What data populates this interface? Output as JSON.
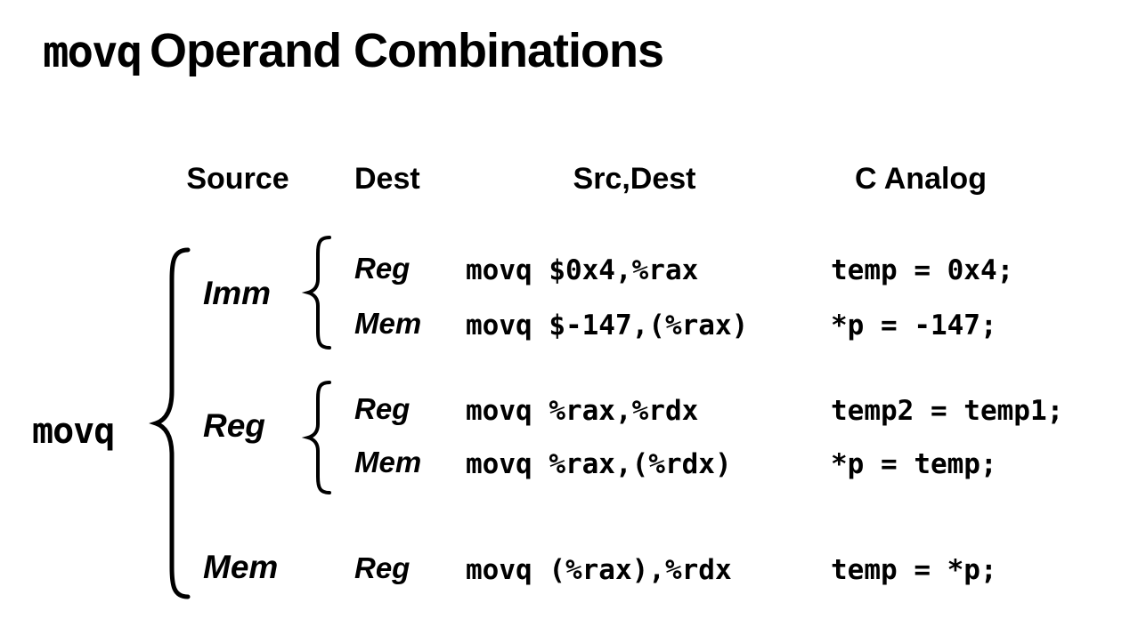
{
  "colors": {
    "background": "#ffffff",
    "text": "#000000"
  },
  "title": {
    "keyword": "movq",
    "rest": "Operand Combinations"
  },
  "headers": {
    "source": "Source",
    "dest": "Dest",
    "src_dest": "Src,Dest",
    "c_analog": "C Analog"
  },
  "movq_label": "movq",
  "groups": [
    {
      "source": "Imm",
      "rows": [
        {
          "dest": "Reg",
          "code": "movq $0x4,%rax",
          "c_analog": "temp = 0x4;"
        },
        {
          "dest": "Mem",
          "code": "movq $-147,(%rax)",
          "c_analog": "*p = -147;"
        }
      ]
    },
    {
      "source": "Reg",
      "rows": [
        {
          "dest": "Reg",
          "code": "movq %rax,%rdx",
          "c_analog": "temp2 = temp1;"
        },
        {
          "dest": "Mem",
          "code": "movq %rax,(%rdx)",
          "c_analog": "*p = temp;"
        }
      ]
    },
    {
      "source": "Mem",
      "rows": [
        {
          "dest": "Reg",
          "code": "movq (%rax),%rdx",
          "c_analog": "temp = *p;"
        }
      ]
    }
  ]
}
